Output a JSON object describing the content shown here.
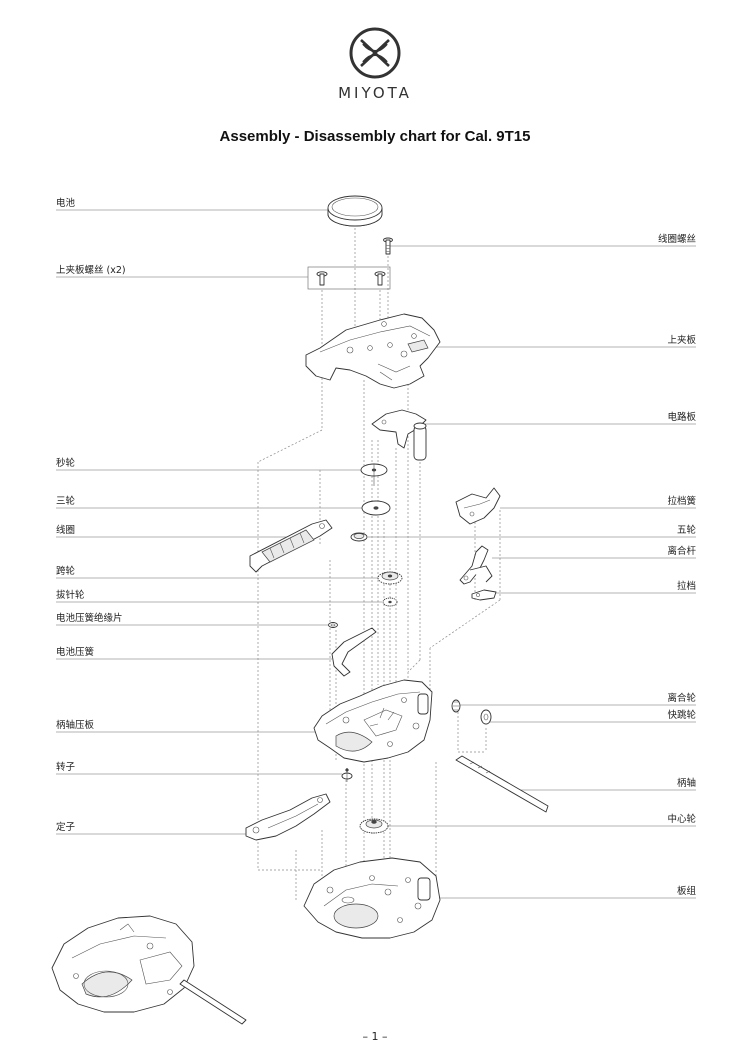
{
  "brand": {
    "name": "MIYOTA"
  },
  "title": "Assembly - Disassembly chart for Cal. 9T15",
  "labels_left": [
    {
      "id": "battery",
      "text": "电池"
    },
    {
      "id": "upper-plate-screw",
      "text": "上夹板螺丝 (x2)"
    },
    {
      "id": "second-wheel",
      "text": "秒轮"
    },
    {
      "id": "third-wheel",
      "text": "三轮"
    },
    {
      "id": "coil",
      "text": "线圈"
    },
    {
      "id": "intermediate-wheel",
      "text": "跨轮"
    },
    {
      "id": "setting-wheel",
      "text": "拔针轮"
    },
    {
      "id": "battery-spring-insulator",
      "text": "电池压簧绝缘片"
    },
    {
      "id": "battery-spring",
      "text": "电池压簧"
    },
    {
      "id": "stem-plate",
      "text": "柄轴压板"
    },
    {
      "id": "rotor",
      "text": "转子"
    },
    {
      "id": "stator",
      "text": "定子"
    }
  ],
  "labels_right": [
    {
      "id": "coil-screw",
      "text": "线圈螺丝"
    },
    {
      "id": "upper-plate",
      "text": "上夹板"
    },
    {
      "id": "circuit-board",
      "text": "电路板"
    },
    {
      "id": "setting-lever-spring",
      "text": "拉档簧"
    },
    {
      "id": "fifth-wheel",
      "text": "五轮"
    },
    {
      "id": "yoke",
      "text": "离合杆"
    },
    {
      "id": "setting-lever",
      "text": "拉档"
    },
    {
      "id": "clutch-wheel",
      "text": "离合轮"
    },
    {
      "id": "quick-jump-wheel",
      "text": "快跳轮"
    },
    {
      "id": "stem",
      "text": "柄轴"
    },
    {
      "id": "center-wheel",
      "text": "中心轮"
    },
    {
      "id": "main-plate",
      "text": "板组"
    }
  ],
  "page_number": "– 1 –"
}
